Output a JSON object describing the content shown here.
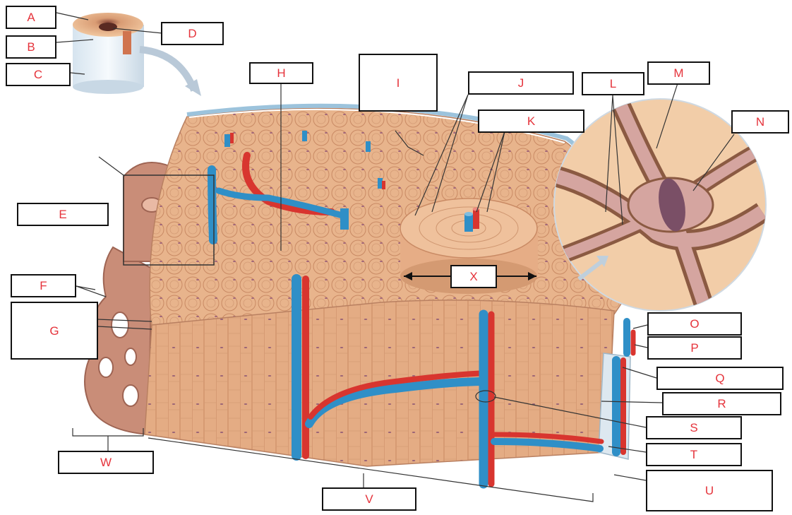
{
  "diagram": {
    "labels": {
      "A": "A",
      "B": "B",
      "C": "C",
      "D": "D",
      "E": "E",
      "F": "F",
      "G": "G",
      "H": "H",
      "I": "I",
      "J": "J",
      "K": "K",
      "L": "L",
      "M": "M",
      "N": "N",
      "O": "O",
      "P": "P",
      "Q": "Q",
      "R": "R",
      "S": "S",
      "T": "T",
      "U": "U",
      "V": "V",
      "W": "W",
      "X": "X"
    },
    "colors": {
      "bone": "#e9b58e",
      "bone_dark": "#c98a64",
      "artery": "#d8352f",
      "vein": "#2f8fc7",
      "periosteum": "#bfd6e6",
      "label_text": "#e5333b"
    }
  }
}
